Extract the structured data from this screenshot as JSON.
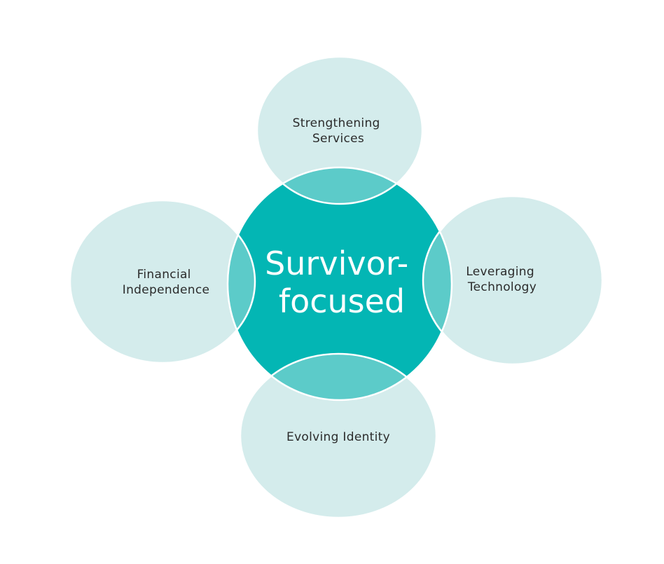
{
  "colors": {
    "background": "#ffffff",
    "center_fill": "#03b6b4",
    "outer_fill": "#d4ecec",
    "overlap_fill": "#5ccbc9",
    "outline": "#ffffff",
    "outer_text": "#2b2b2b",
    "center_text": "#ffffff"
  },
  "center": {
    "lines": [
      "Survivor-",
      "focused"
    ]
  },
  "nodes": {
    "top": {
      "lines": [
        "Strengthening",
        "Services"
      ]
    },
    "left": {
      "lines": [
        "Financial",
        "Independence"
      ]
    },
    "right": {
      "lines": [
        "Leveraging",
        "Technology"
      ]
    },
    "bottom": {
      "lines": [
        "Evolving Identity"
      ]
    }
  }
}
